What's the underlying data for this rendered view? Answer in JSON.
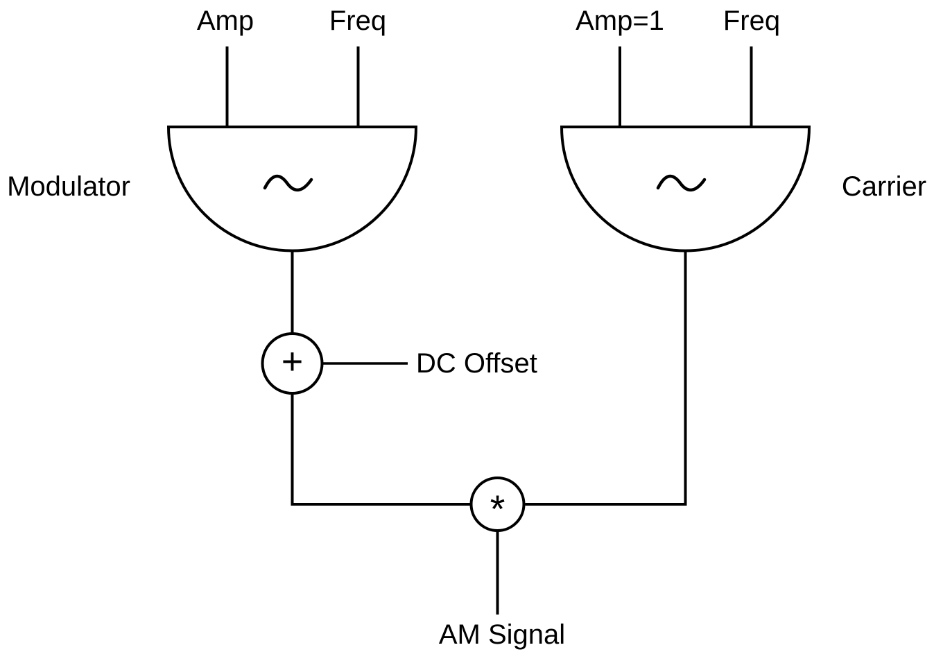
{
  "colors": {
    "background": "#ffffff",
    "line": "#000000"
  },
  "diagram": {
    "modulator": {
      "label": "Modulator",
      "icon": "sine-wave",
      "inputs": {
        "amp": "Amp",
        "freq": "Freq"
      }
    },
    "carrier": {
      "label": "Carrier",
      "icon": "sine-wave",
      "inputs": {
        "amp": "Amp=1",
        "freq": "Freq"
      }
    },
    "adder": {
      "symbol": "+",
      "side_input_label": "DC Offset"
    },
    "multiplier": {
      "symbol": "*"
    },
    "output": {
      "label": "AM Signal"
    }
  }
}
